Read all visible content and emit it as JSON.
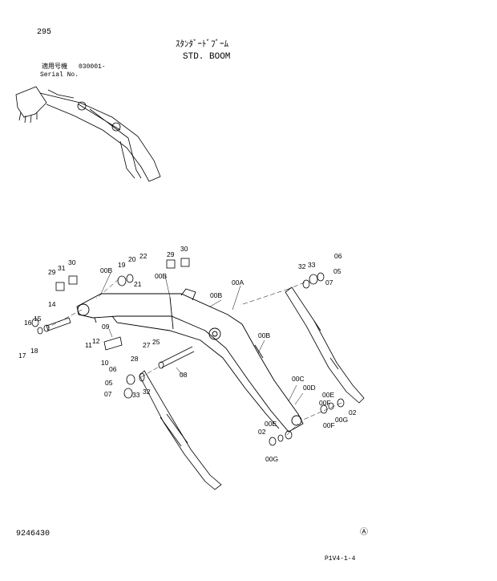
{
  "page_number": "295",
  "title_jp": "ｽﾀﾝﾀﾞｰﾄﾞﾌﾞｰﾑ",
  "title_en": "STD. BOOM",
  "serial_label_jp": "適用号機",
  "serial_label_en": "Serial No.",
  "serial_value": "030001-",
  "footer_left": "9246430",
  "footer_right": "P1V4-1-4",
  "circle_mark": "Ⓐ",
  "callouts": [
    "29",
    "31",
    "30",
    "00B",
    "19",
    "20",
    "22",
    "21",
    "29",
    "30",
    "00B",
    "00B",
    "00A",
    "32",
    "33",
    "06",
    "05",
    "07",
    "14",
    "15",
    "16",
    "17",
    "18",
    "09",
    "11",
    "12",
    "10",
    "27",
    "25",
    "28",
    "06",
    "05",
    "07",
    "33",
    "32",
    "08",
    "00B",
    "00C",
    "00D",
    "00E",
    "00E",
    "02",
    "00F",
    "00G",
    "02",
    "00F",
    "00G"
  ]
}
